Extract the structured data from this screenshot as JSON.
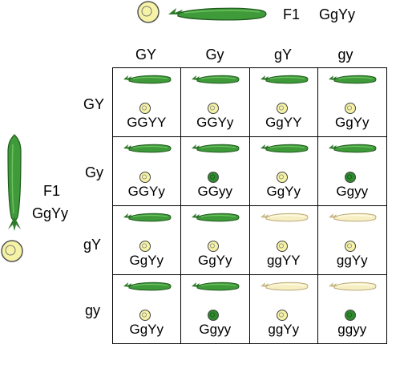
{
  "top": {
    "label": "F1",
    "genotype": "GgYy"
  },
  "left": {
    "label": "F1",
    "genotype": "GgYy"
  },
  "columns": [
    "GY",
    "Gy",
    "gY",
    "gy"
  ],
  "rows": [
    "GY",
    "Gy",
    "gY",
    "gy"
  ],
  "colors": {
    "pod_green": "#3f9a3a",
    "pod_dark": "#1f5a1c",
    "pod_yellow": "#f7efc4",
    "seed_yellow": "#f6f3a6",
    "seed_green": "#2f8a2e"
  },
  "cells": [
    [
      {
        "genotype": "GGYY",
        "pod": "green",
        "seed": "yellow"
      },
      {
        "genotype": "GGYy",
        "pod": "green",
        "seed": "yellow"
      },
      {
        "genotype": "GgYY",
        "pod": "green",
        "seed": "yellow"
      },
      {
        "genotype": "GgYy",
        "pod": "green",
        "seed": "yellow"
      }
    ],
    [
      {
        "genotype": "GGYy",
        "pod": "green",
        "seed": "yellow"
      },
      {
        "genotype": "GGyy",
        "pod": "green",
        "seed": "green"
      },
      {
        "genotype": "GgYy",
        "pod": "green",
        "seed": "yellow"
      },
      {
        "genotype": "Ggyy",
        "pod": "green",
        "seed": "green"
      }
    ],
    [
      {
        "genotype": "GgYy",
        "pod": "green",
        "seed": "yellow"
      },
      {
        "genotype": "GgYy",
        "pod": "green",
        "seed": "yellow"
      },
      {
        "genotype": "ggYY",
        "pod": "yellow",
        "seed": "yellow"
      },
      {
        "genotype": "ggYy",
        "pod": "yellow",
        "seed": "yellow"
      }
    ],
    [
      {
        "genotype": "GgYy",
        "pod": "green",
        "seed": "yellow"
      },
      {
        "genotype": "Ggyy",
        "pod": "green",
        "seed": "green"
      },
      {
        "genotype": "ggYy",
        "pod": "yellow",
        "seed": "yellow"
      },
      {
        "genotype": "ggyy",
        "pod": "yellow",
        "seed": "green"
      }
    ]
  ]
}
